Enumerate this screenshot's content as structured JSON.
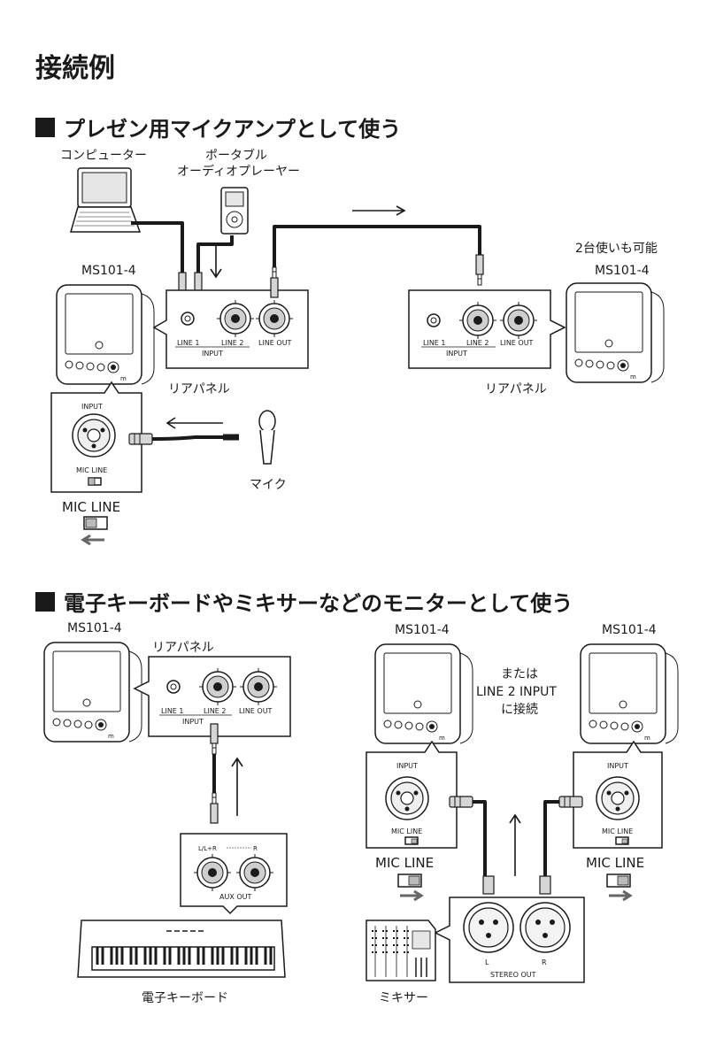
{
  "title": "接続例",
  "section1": {
    "heading": "プレゼン用マイクアンプとして使う",
    "label_computer": "コンピューター",
    "label_player_line1": "ポータブル",
    "label_player_line2": "オーディオプレーヤー",
    "label_model_left": "MS101-4",
    "label_model_right": "MS101-4",
    "label_two_units": "2台使いも可能",
    "label_rear_panel_left": "リアパネル",
    "label_rear_panel_right": "リアパネル",
    "label_mic": "マイク",
    "jack_line1": "LINE 1",
    "jack_line2": "LINE 2",
    "jack_line_out": "LINE OUT",
    "jack_group_input": "INPUT",
    "front_input": "INPUT",
    "front_switch": "MIC  LINE",
    "switch_label": "MIC   LINE"
  },
  "section2": {
    "heading": "電子キーボードやミキサーなどのモニターとして使う",
    "label_model_a": "MS101-4",
    "label_model_b": "MS101-4",
    "label_model_c": "MS101-4",
    "label_rear_panel": "リアパネル",
    "note_line1": "または",
    "note_line2": "LINE 2 INPUT",
    "note_line3": "に接続",
    "jack_line1": "LINE 1",
    "jack_line2": "LINE 2",
    "jack_line_out": "LINE OUT",
    "jack_group_input": "INPUT",
    "aux_lr": "L/L+R",
    "aux_r": "R",
    "aux_out": "AUX OUT",
    "front_input": "INPUT",
    "front_switch": "MIC  LINE",
    "switch_label": "MIC   LINE",
    "stereo_l": "L",
    "stereo_r": "R",
    "stereo_out": "STEREO OUT",
    "label_keyboard": "電子キーボード",
    "label_mixer": "ミキサー"
  }
}
